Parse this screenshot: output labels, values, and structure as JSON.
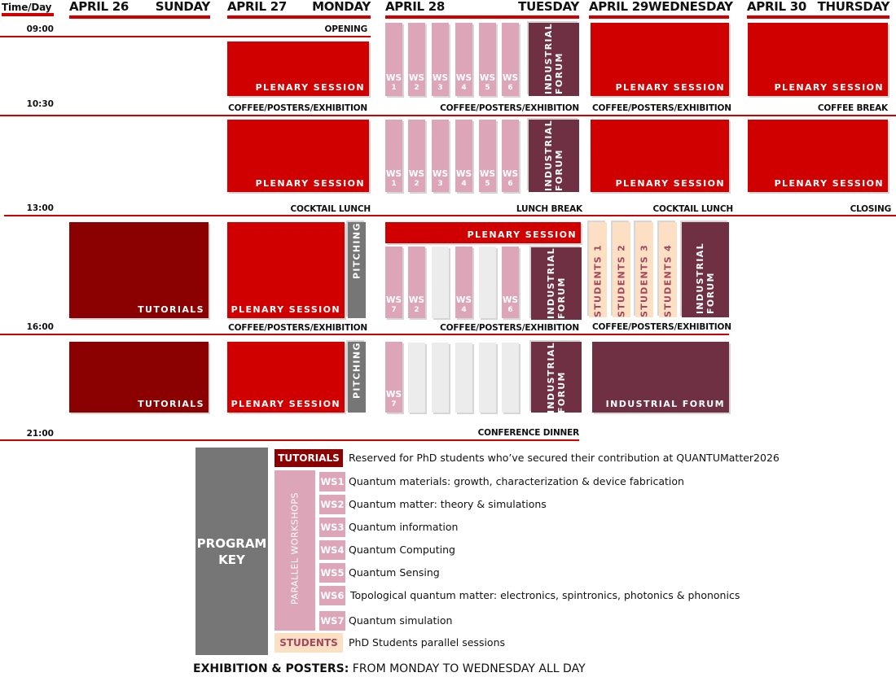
{
  "header": {
    "time_day": "Time/Day",
    "days": [
      {
        "date": "APRIL 26",
        "weekday": "SUNDAY"
      },
      {
        "date": "APRIL 27",
        "weekday": "MONDAY"
      },
      {
        "date": "APRIL 28",
        "weekday": "TUESDAY"
      },
      {
        "date": "APRIL 29",
        "weekday": "WEDNESDAY"
      },
      {
        "date": "APRIL 30",
        "weekday": "THURSDAY"
      }
    ]
  },
  "times": [
    "09:00",
    "10:30",
    "13:00",
    "16:00",
    "21:00"
  ],
  "labels": {
    "opening": "OPENING",
    "coffee": "COFFEE/POSTERS/EXHIBITION",
    "coffee_break": "COFFEE BREAK",
    "cocktail_lunch": "COCKTAIL LUNCH",
    "lunch_break": "LUNCH BREAK",
    "closing": "CLOSING",
    "conference_dinner": "CONFERENCE DINNER"
  },
  "sessions": {
    "plenary": "PLENARY SESSION",
    "tutorials": "TUTORIALS",
    "pitching": "PITCHING",
    "industrial_forum": "INDUSTRIAL FORUM",
    "ws": "WS",
    "ws_numbers": [
      "1",
      "2",
      "3",
      "4",
      "5",
      "6",
      "7"
    ],
    "students": [
      "STUDENTS 1",
      "STUDENTS 2",
      "STUDENTS 3",
      "STUDENTS 4"
    ]
  },
  "key": {
    "title": "PROGRAM KEY",
    "tutorials_label": "TUTORIALS",
    "tutorials_desc": "Reserved for PhD students who’ve secured their contribution at QUANTUMatter2026",
    "parallel_label": "PARALLEL WORKSHOPS",
    "workshops": [
      {
        "code": "WS1",
        "desc": "Quantum materials: growth, characterization & device fabrication"
      },
      {
        "code": "WS2",
        "desc": "Quantum matter: theory & simulations"
      },
      {
        "code": "WS3",
        "desc": "Quantum information"
      },
      {
        "code": "WS4",
        "desc": "Quantum Computing"
      },
      {
        "code": "WS5",
        "desc": "Quantum Sensing"
      },
      {
        "code": "WS6",
        "desc": "Topological quantum matter: electronics, spintronics, photonics & phononics"
      },
      {
        "code": "WS7",
        "desc": "Quantum simulation"
      }
    ],
    "students_label": "STUDENTS",
    "students_desc": "PhD Students parallel sessions"
  },
  "footer": {
    "bold": "EXHIBITION & POSTERS:",
    "rest": " FROM MONDAY TO WEDNESDAY ALL DAY"
  },
  "colors": {
    "red": "#d10000",
    "dark_red": "#8b0000",
    "forum": "#6e3042",
    "workshop": "#dca6b8",
    "students": "#fde0c4",
    "key_gray": "#767676"
  }
}
